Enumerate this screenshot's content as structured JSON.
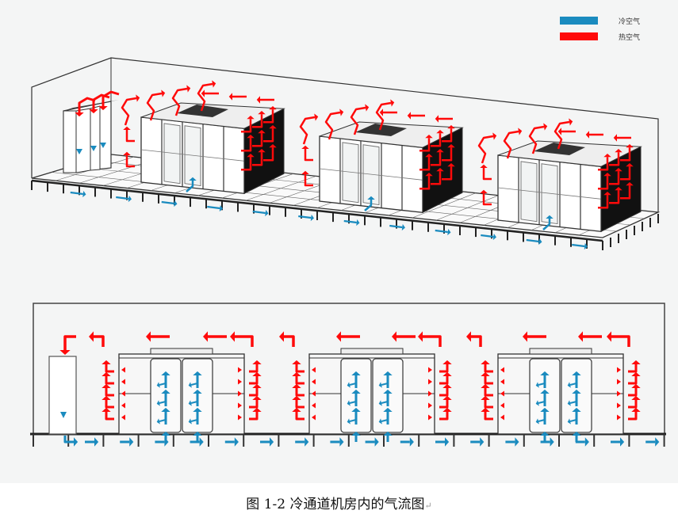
{
  "legend": {
    "items": [
      {
        "label": "冷空气",
        "color": "#1a8bbf"
      },
      {
        "label": "热空气",
        "color": "#ff0a0a"
      }
    ]
  },
  "caption": {
    "text": "图 1-2 冷通道机房内的气流图",
    "mark": "↵"
  },
  "colors": {
    "cold": "#1a8bbf",
    "hot": "#ff0a0a",
    "line": "#333333"
  }
}
